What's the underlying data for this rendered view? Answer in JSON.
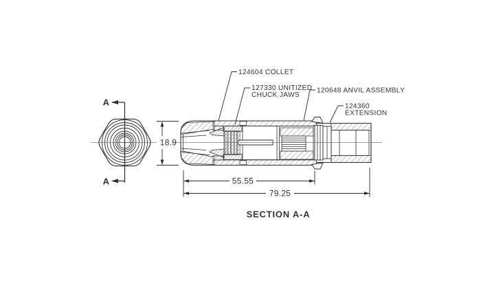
{
  "drawing": {
    "title": "SECTION A-A",
    "colors": {
      "background": "#ffffff",
      "line": "#2b2b2b",
      "text": "#333333"
    },
    "front_view": {
      "section_marker_top": "A",
      "section_marker_bottom": "A"
    },
    "part_labels": {
      "collet": "124604 COLLET",
      "chuck_jaws_line1": "127330 UNITIZED",
      "chuck_jaws_line2": "CHUCK JAWS",
      "anvil_assembly": "120648 ANVIL ASSEMBLY",
      "extension_line1": "124360",
      "extension_line2": "EXTENSION"
    },
    "dimensions": {
      "body_height": "18.9",
      "chuck_length": "55.55",
      "overall_length": "79.25"
    }
  }
}
